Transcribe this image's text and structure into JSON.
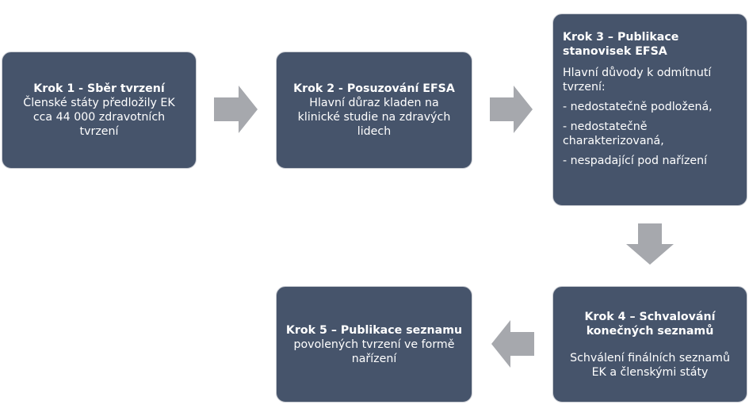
{
  "steps": [
    {
      "title": "Krok 1 - Sběr tvrzení",
      "body": [
        "Členské státy předložily EK",
        "cca 44 000 zdravotních",
        "tvrzení"
      ]
    },
    {
      "title": "Krok 2 - Posuzování EFSA",
      "body": [
        "Hlavní důraz kladen na",
        "klinické studie na zdravých",
        "lidech"
      ]
    },
    {
      "title": [
        "Krok 3 – Publikace",
        "stanovisek EFSA"
      ],
      "intro": [
        "Hlavní důvody k odmítnutí",
        "tvrzení:"
      ],
      "reasons": [
        [
          "- nedostatečně podložená,"
        ],
        [
          "- nedostatečně",
          "charakterizovaná,"
        ],
        [
          "- nespadající pod nařízení"
        ]
      ]
    },
    {
      "title": [
        "Krok 4 – Schvalování",
        "konečných seznamů"
      ],
      "body": [
        "Schválení finálních seznamů",
        "EK a členskými státy"
      ]
    },
    {
      "title": "Krok 5 – Publikace seznamu",
      "body": [
        "povolených tvrzení ve formě",
        "nařízení"
      ]
    }
  ],
  "colors": {
    "box_fill": "#46546b",
    "box_border": "#c9ccd2",
    "arrow_fill": "#a6a8ad",
    "text": "#ffffff"
  }
}
